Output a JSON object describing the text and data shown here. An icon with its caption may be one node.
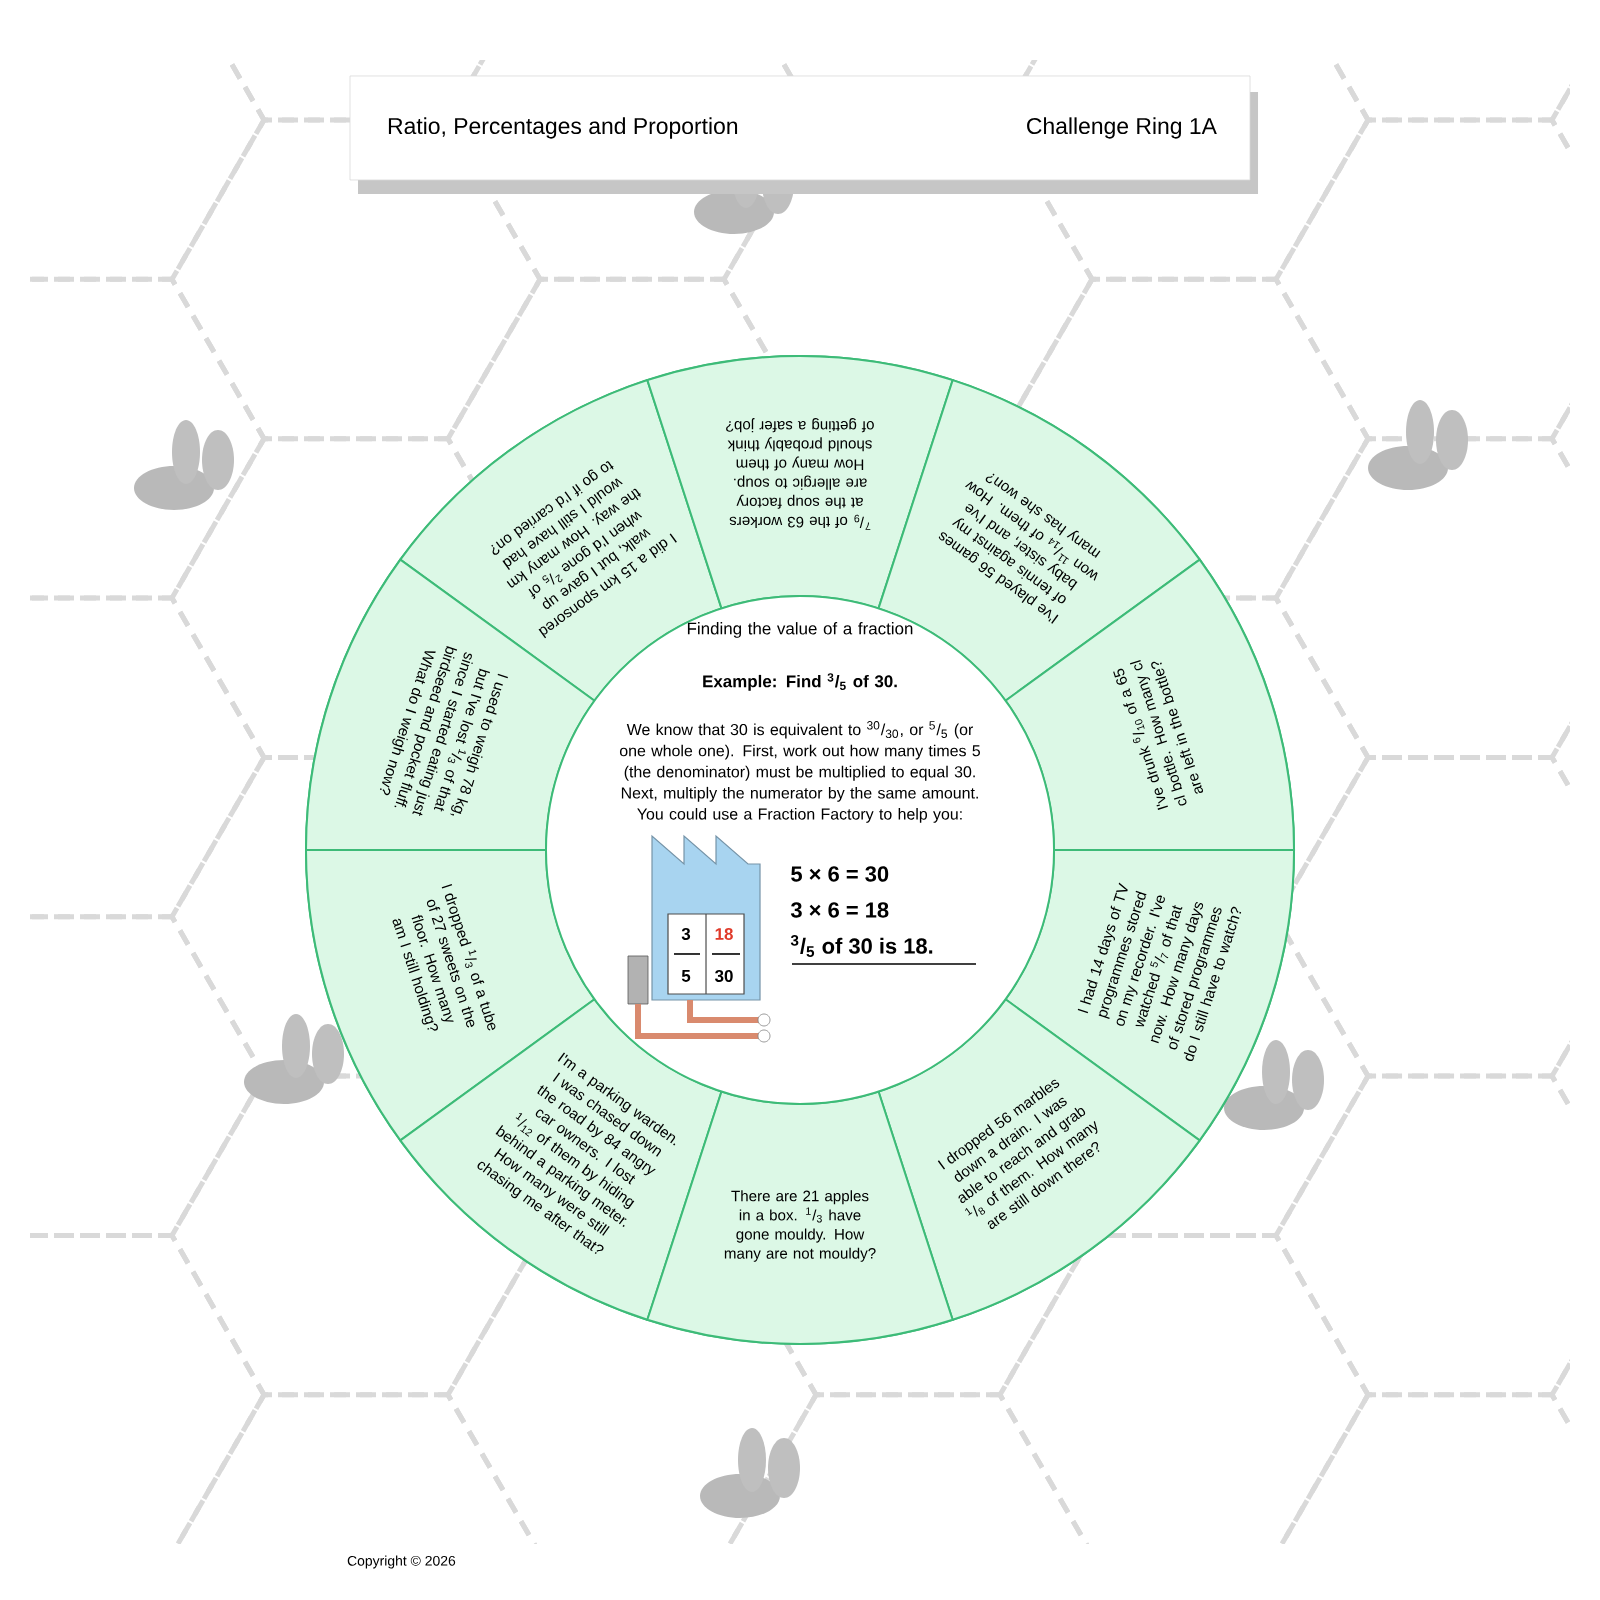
{
  "diagram": {
    "title": "Ratio, Percentages and Proportion",
    "nodes": [
      {
        "text": [
          "Finding the value of a fraction",
          "Example: Find $^{3}$/$_{5}$ of 30.",
          "We know that 30 is equivalent to $^{30}$/$_{30}$, or $^{5}$/$_{5}$ (or one whole one). First, work out how many times 5 (the denominator) must be multiplied to equal 30. Next, multiply the numerator by the same amount. You could use a Fraction Factory to help you:",
          "5 × 6 = 30",
          "3 × 6 = 18",
          "$^{3}$/$_{5}$ of 30 is 18."
        ]
      },
      {
        "text": [
          "I did a 15 km sponsored walk, but I gave up when I'd gone $^{2}$/$_{5}$ of the way. How many km would I still have had to go if I'd carried on?"
        ]
      },
      {
        "text": [
          "$^{7}$/$_{9}$ of the 63 workers at the soup factory are allergic to soup. How many of them should probably think of getting a safer job?"
        ]
      },
      {
        "text": [
          "I've played 56 games of tennis against my baby sister, and I've won $^{11}$/$_{14}$ of them. How many has she won?"
        ]
      },
      {
        "text": [
          "I used to weigh 78 kg, but I've lost $^{1}$/$_{3}$ of that since I started eating just birdseed and pocket fluff. What do I weigh now?"
        ]
      },
      {
        "text": [
          "I've drunk $^{6}$/$_{10}$ of a 65 cl bottle. How many cl are left in the bottle?"
        ]
      },
      {
        "text": [
          "I dropped $^{1}$/$_{3}$ of a tube of 27 sweets on the floor. How many am I still holding?"
        ]
      },
      {
        "text": [
          "I had 14 days of TV programmes stored on my recorder. I've watched $^{5}$/$_{7}$ of that now. How many days of stored programmes do I still have to watch?"
        ]
      },
      {
        "text": [
          "I'm a parking warden. I was chased down the road by 84 angry car owners. I lost $^{1}$/$_{12}$ of them by hiding behind a parking meter. How many were still chasing me after that?"
        ]
      },
      {
        "text": [
          "I dropped 56 marbles down a drain. I was able to reach and grab $^{1}$/$_{8}$ of them. How many are still down there?"
        ]
      },
      {
        "text": [
          "There are 21 apples in a box. $^{1}$/$_{3}$ have gone mouldy. How many are not mouldy?"
        ]
      }
    ],
    "labels": [
      "Challenge Ring 1A",
      "3",
      "18",
      "5",
      "30",
      "Copyright © 2026"
    ]
  }
}
